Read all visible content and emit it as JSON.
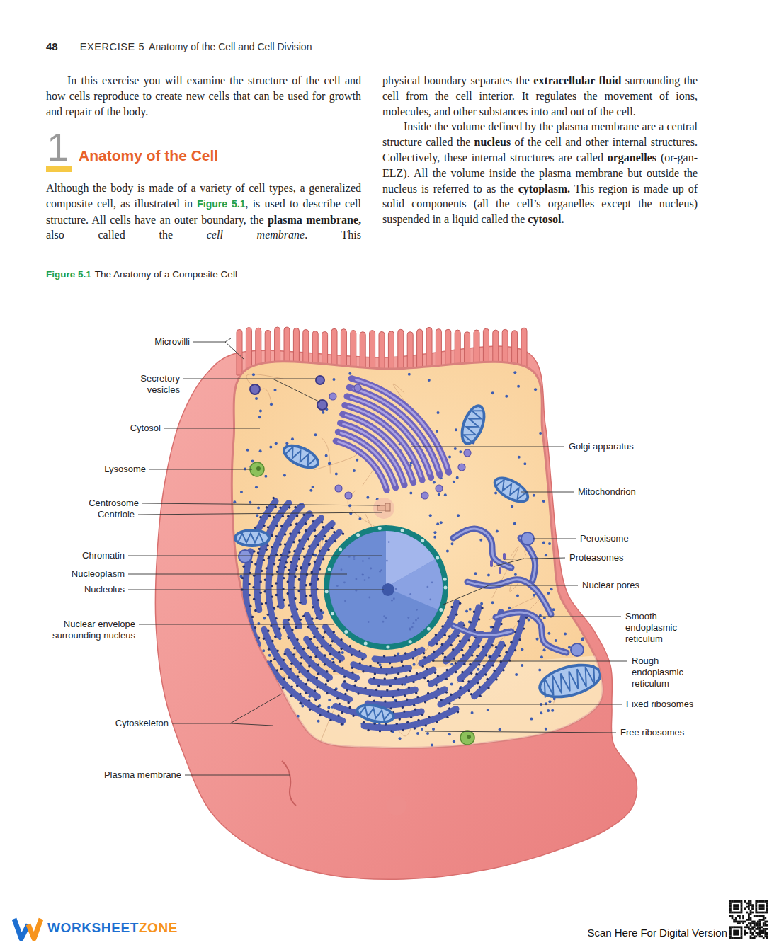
{
  "diagram": {
    "title": "Anatomy of the Cell",
    "caption": "The Anatomy of a Composite Cell",
    "labels": [
      "48",
      "EXERCISE 5",
      "Anatomy of the Cell and Cell Division",
      "In this exercise you will examine the structure of the cell and how cells reproduce to create new cells that can be used for growth and repair of the body.",
      "1",
      "Although the body is made of a variety of cell types, a generalized composite cell, as illustrated in",
      "Figure 5.1",
      ", is used to describe cell structure. All cells have an outer boundary, the",
      "plasma membrane,",
      "also called the",
      "cell membrane",
      ". This",
      "physical boundary separates the",
      "extracellular fluid",
      "surrounding the cell from the cell interior. It regulates the movement of ions, molecules, and other substances into and out of the cell.",
      "Inside the volume defined by the plasma membrane are a central structure called the",
      "nucleus",
      "of the cell and other internal structures. Collectively, these internal structures are called",
      "organelles",
      "(or-gan-ELZ). All the volume inside the plasma membrane but outside the nucleus is referred to as the",
      "cytoplasm.",
      "This region is made up of solid components (all the cell’s organelles except the nucleus) suspended in a liquid called the",
      "cytosol.",
      "Figure 5.1",
      "Microvilli",
      "Secretory vesicles",
      "Cytosol",
      "Lysosome",
      "Centrosome",
      "Centriole",
      "Chromatin",
      "Nucleoplasm",
      "Nucleolus",
      "Nuclear envelope surrounding nucleus",
      "Cytoskeleton",
      "Plasma membrane",
      "Golgi apparatus",
      "Mitochondrion",
      "Peroxisome",
      "Proteasomes",
      "Nuclear pores",
      "Smooth endoplasmic reticulum",
      "Rough endoplasmic reticulum",
      "Fixed ribosomes",
      "Free ribosomes",
      "WORKSHEET",
      "ZONE",
      "Scan Here For Digital Version"
    ]
  }
}
